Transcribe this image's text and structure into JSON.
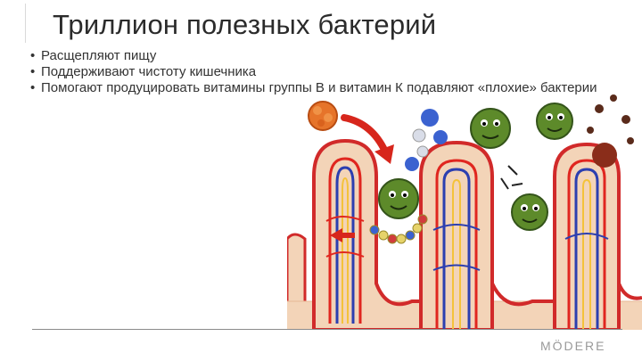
{
  "title": "Триллион полезных бактерий",
  "bullets": [
    "Расщепляют пищу",
    "Поддерживают чистоту кишечника",
    "Помогают продуцировать витамины группы В и витамин К подавляют «плохие» бактерии"
  ],
  "bullet_marker": "•",
  "logo": "MÖDERE",
  "colors": {
    "villus_fill": "#f3d4b8",
    "villus_wall": "#d12a2a",
    "artery": "#e0261f",
    "vein": "#2c3fb0",
    "lymph": "#f4c23a",
    "bacteria": "#5d8a2a",
    "title": "#2b2b2b",
    "footer_line": "#8a8a8a"
  }
}
